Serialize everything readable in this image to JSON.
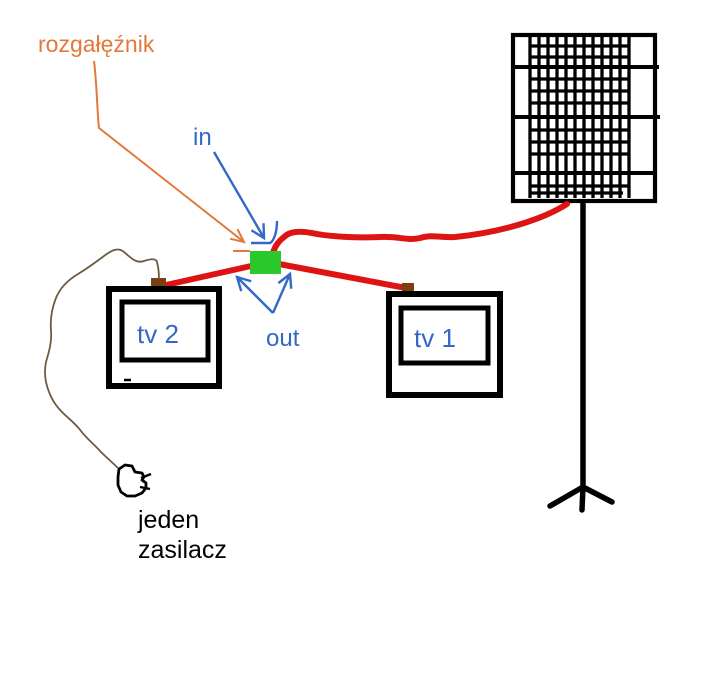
{
  "diagram": {
    "description_labels": {
      "splitter": "rozgałęźnik",
      "in_port": "in",
      "out_port": "out",
      "tv1": "tv 1",
      "tv2": "tv 2",
      "power_line1": "jeden",
      "power_line2": "zasilacz"
    },
    "colors": {
      "label_orange": "#e2793b",
      "label_blue": "#3468c8",
      "cable_red": "#de1414",
      "splitter_green": "#2bc82b",
      "connector_brown": "#7c3f10",
      "power_wire": "#6d5b41",
      "ink_black": "#000000",
      "background": "#ffffff"
    }
  }
}
